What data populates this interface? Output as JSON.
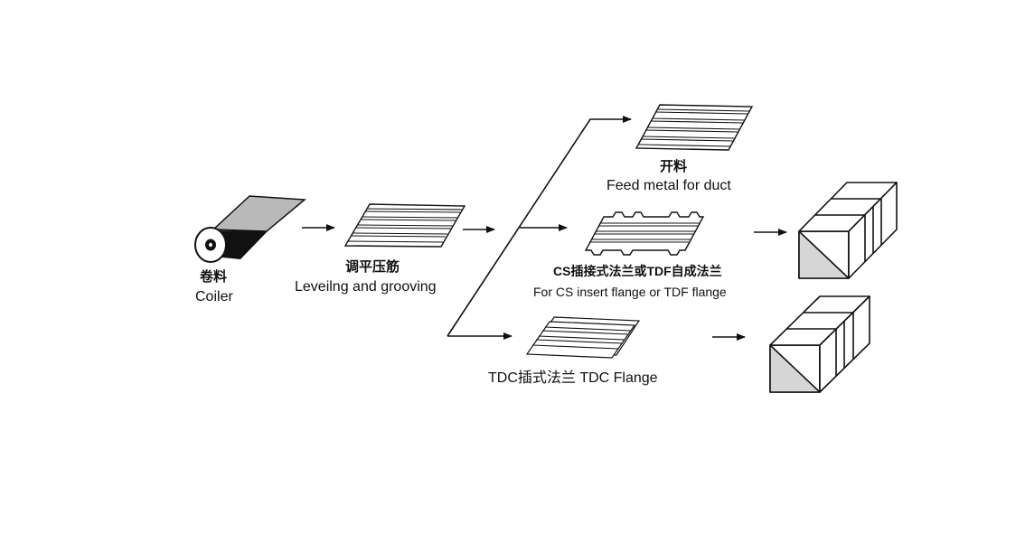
{
  "colors": {
    "ink": "#111111",
    "sheet_gray": "#b9b9b9",
    "light_gray": "#d6d6d6",
    "white": "#ffffff"
  },
  "coiler": {
    "zh": "卷料",
    "en": "Coiler"
  },
  "leveling": {
    "zh": "调平压筋",
    "en": "Leveilng and grooving"
  },
  "feed": {
    "zh": "开料",
    "en": "Feed metal for duct"
  },
  "cs": {
    "zh": "CS插接式法兰或TDF自成法兰",
    "en": "For CS insert flange or TDF flange"
  },
  "tdc": {
    "label": "TDC插式法兰 TDC Flange"
  },
  "icons": [
    "coil-roll-icon",
    "grooved-sheet-icon",
    "cut-sheet-icon",
    "notched-sheet-icon",
    "stacked-sheets-icon",
    "duct-box-icon"
  ]
}
